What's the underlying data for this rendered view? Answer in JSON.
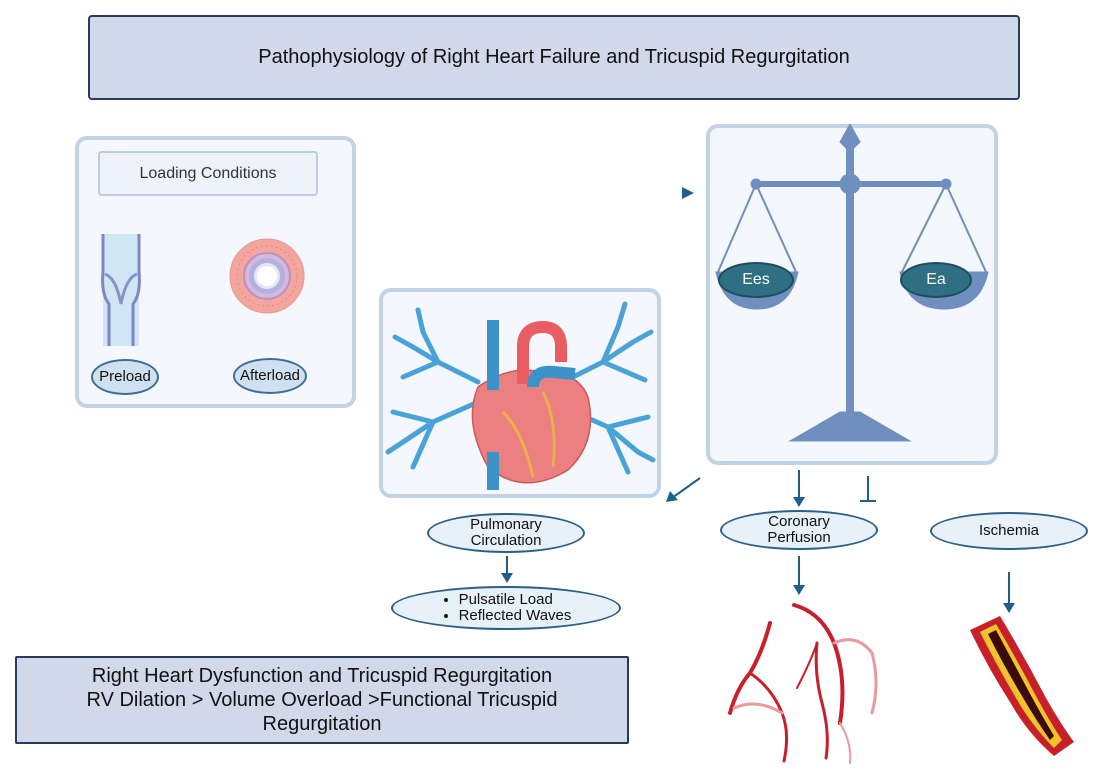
{
  "title": "Pathophysiology of Right Heart Failure and Tricuspid Regurgitation",
  "loading": {
    "heading": "Loading Conditions",
    "preload": "Preload",
    "afterload": "Afterload"
  },
  "balance": {
    "left_pan": "Ees",
    "right_pan": "Ea"
  },
  "nodes": {
    "pulmonary": "Pulmonary Circulation",
    "coronary": "Coronary Perfusion",
    "ischemia": "Ischemia",
    "pulsatile_items": [
      "Pulsatile Load",
      "Reflected Waves"
    ]
  },
  "bottom": {
    "line1": "Right Heart Dysfunction and Tricuspid Regurgitation",
    "line2": "RV Dilation > Volume Overload >Functional Tricuspid",
    "line3": "Regurgitation"
  },
  "colors": {
    "arrow": "#1f5d8a",
    "scale": "#6f8fbf",
    "pan_oval": "#2f6f84",
    "vessel_red": "#c8202a",
    "vessel_blue": "#4aa3d6"
  }
}
